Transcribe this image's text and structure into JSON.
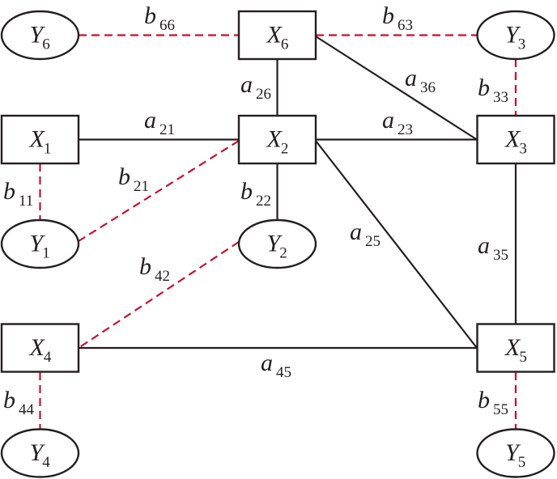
{
  "diagram": {
    "colors": {
      "solid_edge": "#231f20",
      "dashed_edge": "#c8102e",
      "node_fill": "#ffffff"
    },
    "nodes": [
      {
        "id": "X1",
        "letter": "X",
        "sub": "1",
        "shape": "rect"
      },
      {
        "id": "X2",
        "letter": "X",
        "sub": "2",
        "shape": "rect"
      },
      {
        "id": "X3",
        "letter": "X",
        "sub": "3",
        "shape": "rect"
      },
      {
        "id": "X4",
        "letter": "X",
        "sub": "4",
        "shape": "rect"
      },
      {
        "id": "X5",
        "letter": "X",
        "sub": "5",
        "shape": "rect"
      },
      {
        "id": "X6",
        "letter": "X",
        "sub": "6",
        "shape": "rect"
      },
      {
        "id": "Y1",
        "letter": "Y",
        "sub": "1",
        "shape": "ellipse"
      },
      {
        "id": "Y2",
        "letter": "Y",
        "sub": "2",
        "shape": "ellipse"
      },
      {
        "id": "Y3",
        "letter": "Y",
        "sub": "3",
        "shape": "ellipse"
      },
      {
        "id": "Y4",
        "letter": "Y",
        "sub": "4",
        "shape": "ellipse"
      },
      {
        "id": "Y5",
        "letter": "Y",
        "sub": "5",
        "shape": "ellipse"
      },
      {
        "id": "Y6",
        "letter": "Y",
        "sub": "6",
        "shape": "ellipse"
      }
    ],
    "edges": [
      {
        "from": "Y6",
        "to": "X6",
        "style": "dashed",
        "letter": "b",
        "sub": "66"
      },
      {
        "from": "X6",
        "to": "Y3",
        "style": "dashed",
        "letter": "b",
        "sub": "63"
      },
      {
        "from": "X6",
        "to": "X2",
        "style": "solid",
        "letter": "a",
        "sub": "26"
      },
      {
        "from": "X6",
        "to": "X3",
        "style": "solid",
        "letter": "a",
        "sub": "36"
      },
      {
        "from": "Y3",
        "to": "X3",
        "style": "dashed",
        "letter": "b",
        "sub": "33"
      },
      {
        "from": "X1",
        "to": "X2",
        "style": "solid",
        "letter": "a",
        "sub": "21"
      },
      {
        "from": "X2",
        "to": "X3",
        "style": "solid",
        "letter": "a",
        "sub": "23"
      },
      {
        "from": "X1",
        "to": "Y1",
        "style": "dashed",
        "letter": "b",
        "sub": "11"
      },
      {
        "from": "X2",
        "to": "Y1",
        "style": "dashed",
        "letter": "b",
        "sub": "21"
      },
      {
        "from": "X2",
        "to": "Y2",
        "style": "solid",
        "letter": "b",
        "sub": "22"
      },
      {
        "from": "X2",
        "to": "X5",
        "style": "solid",
        "letter": "a",
        "sub": "25"
      },
      {
        "from": "X3",
        "to": "X5",
        "style": "solid",
        "letter": "a",
        "sub": "35"
      },
      {
        "from": "Y2",
        "to": "X4",
        "style": "dashed",
        "letter": "b",
        "sub": "42"
      },
      {
        "from": "X4",
        "to": "X5",
        "style": "solid",
        "letter": "a",
        "sub": "45"
      },
      {
        "from": "X4",
        "to": "Y4",
        "style": "dashed",
        "letter": "b",
        "sub": "44"
      },
      {
        "from": "X5",
        "to": "Y5",
        "style": "dashed",
        "letter": "b",
        "sub": "55"
      }
    ]
  }
}
